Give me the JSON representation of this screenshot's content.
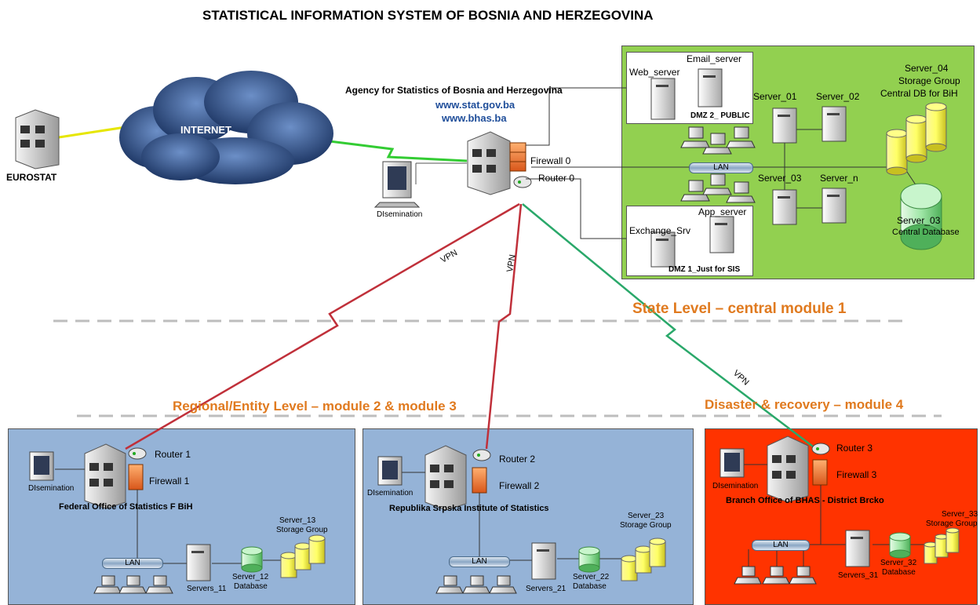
{
  "title": "STATISTICAL INFORMATION SYSTEM OF BOSNIA AND HERZEGOVINA",
  "eurostat": "EUROSTAT",
  "internet": "INTERNET",
  "agency": {
    "name": "Agency for Statistics of Bosnia and Herzegovina",
    "url1": "www.stat.gov.ba",
    "url2": "www.bhas.ba",
    "firewall": "Firewall 0",
    "router": "Router 0",
    "dissemination": "DIsemination"
  },
  "central": {
    "email_server": "Email_server",
    "web_server": "Web_server",
    "dmz2": "DMZ 2_ PUBLIC",
    "server_01": "Server_01",
    "server_02": "Server_02",
    "server_03": "Server_03",
    "server_n": "Server_n",
    "server_04_l1": "Server_04",
    "server_04_l2": "Storage Group",
    "server_04_l3": "Central DB for BiH",
    "db_l1": "Server_03",
    "db_l2": "Central Database",
    "lan": "LAN",
    "app_server": "App_server",
    "exchange": "Exchange_Srv",
    "dmz1": "DMZ 1_Just for SIS"
  },
  "levels": {
    "state": "State Level – central module 1",
    "regional": "Regional/Entity Level – module 2 & module 3",
    "disaster": "Disaster & recovery – module 4"
  },
  "vpn": "VPN",
  "fbih": {
    "router": "Router 1",
    "firewall": "Firewall 1",
    "dissemination": "DIsemination",
    "name": "Federal Office of Statistics F BiH",
    "lan": "LAN",
    "servers": "Servers_11",
    "db_l1": "Server_12",
    "db_l2": "Database",
    "sg_l1": "Server_13",
    "sg_l2": "Storage Group"
  },
  "rs": {
    "router": "Router 2",
    "firewall": "Firewall 2",
    "dissemination": "DIsemination",
    "name": "Republika Srpska Institute of Statistics",
    "lan": "LAN",
    "servers": "Servers_21",
    "db_l1": "Server_22",
    "db_l2": "Database",
    "sg_l1": "Server_23",
    "sg_l2": "Storage Group"
  },
  "brcko": {
    "router": "Router 3",
    "firewall": "Firewall 3",
    "dissemination": "DIsemination",
    "name": "Branch Office of BHAS - District Brcko",
    "lan": "LAN",
    "servers": "Servers_31",
    "db_l1": "Server_32",
    "db_l2": "Database",
    "sg_l1": "Server_33",
    "sg_l2": "Storage Group"
  },
  "colors": {
    "central_bg": "#92d050",
    "regional_bg": "#95b3d7",
    "disaster_bg": "#ff3300",
    "level_text": "#e07a1f",
    "url_text": "#1f4e9a"
  }
}
